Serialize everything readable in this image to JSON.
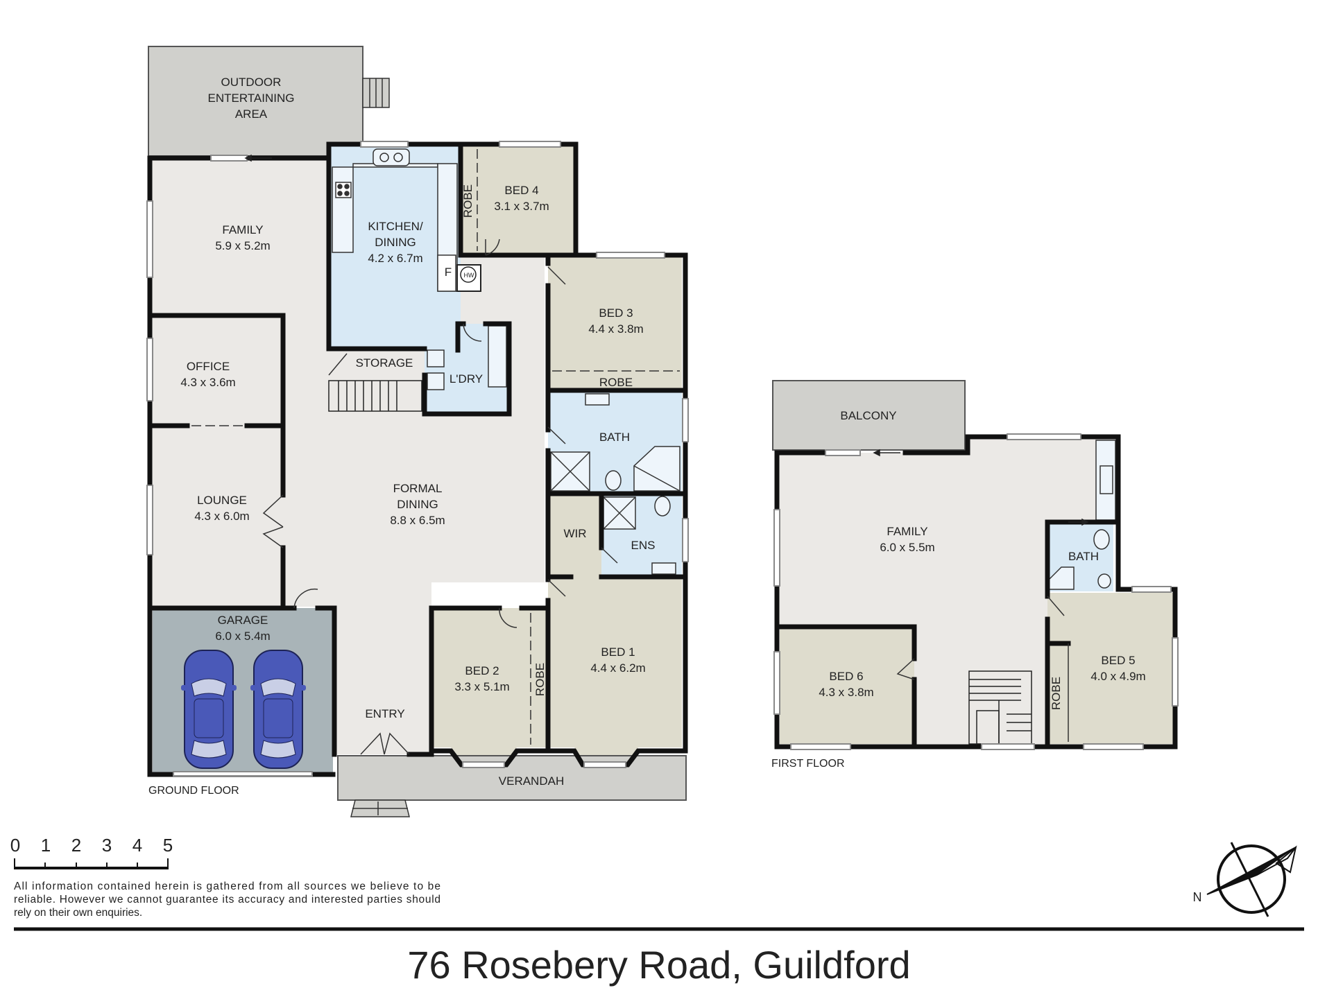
{
  "colors": {
    "room": "#dedccd",
    "living": "#ebe9e6",
    "wet": "#d8e9f5",
    "garage": "#a9b4b8",
    "outdoor": "#d0d0cc",
    "wall": "#111111",
    "car": "#4a59b8"
  },
  "ground_floor": {
    "label": "GROUND FLOOR",
    "outdoor": {
      "l1": "OUTDOOR",
      "l2": "ENTERTAINING",
      "l3": "AREA"
    },
    "family": {
      "name": "FAMILY",
      "size": "5.9 x 5.2m"
    },
    "kitchen": {
      "l1": "KITCHEN/",
      "l2": "DINING",
      "size": "4.2 x 6.7m",
      "fridge": "F",
      "hw": "HW"
    },
    "bed4": {
      "name": "BED 4",
      "size": "3.1 x 3.7m",
      "robe": "ROBE"
    },
    "bed3": {
      "name": "BED 3",
      "size": "4.4 x 3.8m",
      "robe": "ROBE"
    },
    "office": {
      "name": "OFFICE",
      "size": "4.3 x 3.6m"
    },
    "storage": "STORAGE",
    "laundry": "L'DRY",
    "bath": "BATH",
    "lounge": {
      "name": "LOUNGE",
      "size": "4.3 x 6.0m"
    },
    "formal": {
      "l1": "FORMAL",
      "l2": "DINING",
      "size": "8.8 x 6.5m"
    },
    "wir": "WIR",
    "ens": "ENS",
    "garage": {
      "name": "GARAGE",
      "size": "6.0 x 5.4m"
    },
    "bed2": {
      "name": "BED 2",
      "size": "3.3 x 5.1m",
      "robe": "ROBE"
    },
    "bed1": {
      "name": "BED 1",
      "size": "4.4 x 6.2m"
    },
    "entry": "ENTRY",
    "verandah": "VERANDAH"
  },
  "first_floor": {
    "label": "FIRST FLOOR",
    "balcony": "BALCONY",
    "family": {
      "name": "FAMILY",
      "size": "6.0 x 5.5m"
    },
    "bath": "BATH",
    "bed5": {
      "name": "BED 5",
      "size": "4.0 x 4.9m",
      "robe": "ROBE"
    },
    "bed6": {
      "name": "BED 6",
      "size": "4.3 x 3.8m"
    }
  },
  "scale_bar": {
    "ticks": [
      "0",
      "1",
      "2",
      "3",
      "4",
      "5"
    ]
  },
  "compass": {
    "label": "N"
  },
  "disclaimer": {
    "line1": "All information contained herein is gathered from all sources we believe to be",
    "line2": "reliable. However we cannot guarantee its accuracy and interested parties should",
    "line3": "rely on their own enquiries."
  },
  "address": "76 Rosebery Road, Guildford"
}
